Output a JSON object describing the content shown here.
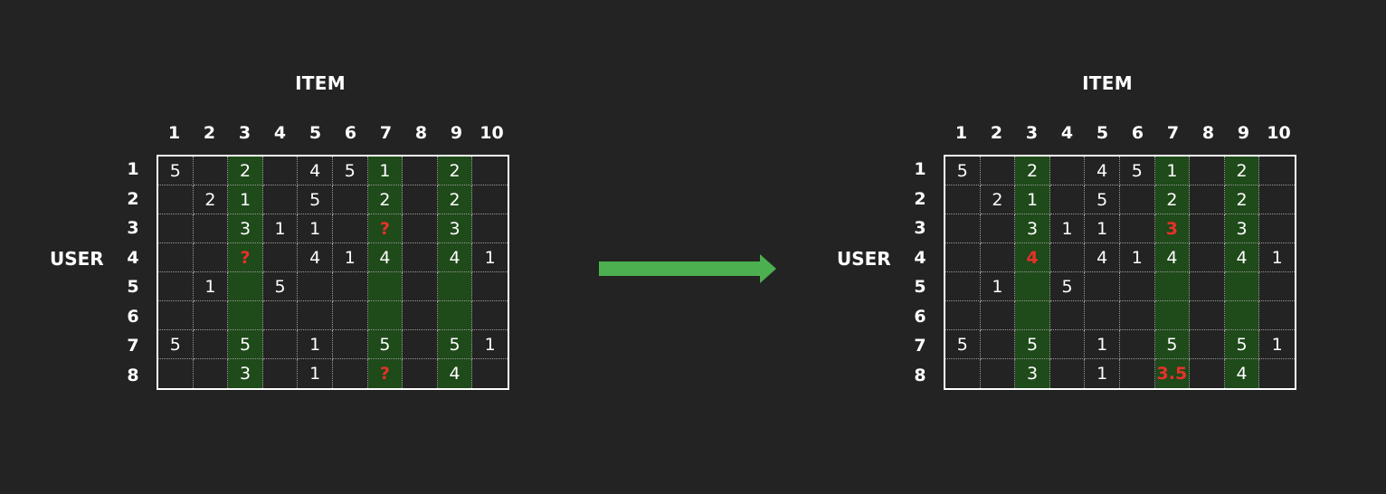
{
  "colors": {
    "background": "#232323",
    "highlight_column": "#1f4a1a",
    "predicted_value": "#e8302a",
    "arrow": "#4caf50",
    "grid_border": "#ffffff"
  },
  "icons": {
    "arrow": "right-arrow-icon"
  },
  "highlighted_columns": [
    3,
    7,
    9
  ],
  "left_matrix": {
    "title": "ITEM",
    "user_label": "USER",
    "column_headers": [
      "1",
      "2",
      "3",
      "4",
      "5",
      "6",
      "7",
      "8",
      "9",
      "10"
    ],
    "row_headers": [
      "1",
      "2",
      "3",
      "4",
      "5",
      "6",
      "7",
      "8"
    ],
    "rows": [
      [
        "5",
        "",
        "2",
        "",
        "4",
        "5",
        "1",
        "",
        "2",
        ""
      ],
      [
        "",
        "2",
        "1",
        "",
        "5",
        "",
        "2",
        "",
        "2",
        ""
      ],
      [
        "",
        "",
        "3",
        "1",
        "1",
        "",
        "?",
        "",
        "3",
        ""
      ],
      [
        "",
        "",
        "?",
        "",
        "4",
        "1",
        "4",
        "",
        "4",
        "1"
      ],
      [
        "",
        "1",
        "",
        "5",
        "",
        "",
        "",
        "",
        "",
        ""
      ],
      [
        "",
        "",
        "",
        "",
        "",
        "",
        "",
        "",
        "",
        ""
      ],
      [
        "5",
        "",
        "5",
        "",
        "1",
        "",
        "5",
        "",
        "5",
        "1"
      ],
      [
        "",
        "",
        "3",
        "",
        "1",
        "",
        "?",
        "",
        "4",
        ""
      ]
    ],
    "predicted_cells": [
      [
        3,
        7
      ],
      [
        4,
        3
      ],
      [
        8,
        7
      ]
    ]
  },
  "right_matrix": {
    "title": "ITEM",
    "user_label": "USER",
    "column_headers": [
      "1",
      "2",
      "3",
      "4",
      "5",
      "6",
      "7",
      "8",
      "9",
      "10"
    ],
    "row_headers": [
      "1",
      "2",
      "3",
      "4",
      "5",
      "6",
      "7",
      "8"
    ],
    "rows": [
      [
        "5",
        "",
        "2",
        "",
        "4",
        "5",
        "1",
        "",
        "2",
        ""
      ],
      [
        "",
        "2",
        "1",
        "",
        "5",
        "",
        "2",
        "",
        "2",
        ""
      ],
      [
        "",
        "",
        "3",
        "1",
        "1",
        "",
        "3",
        "",
        "3",
        ""
      ],
      [
        "",
        "",
        "4",
        "",
        "4",
        "1",
        "4",
        "",
        "4",
        "1"
      ],
      [
        "",
        "1",
        "",
        "5",
        "",
        "",
        "",
        "",
        "",
        ""
      ],
      [
        "",
        "",
        "",
        "",
        "",
        "",
        "",
        "",
        "",
        ""
      ],
      [
        "5",
        "",
        "5",
        "",
        "1",
        "",
        "5",
        "",
        "5",
        "1"
      ],
      [
        "",
        "",
        "3",
        "",
        "1",
        "",
        "3.5",
        "",
        "4",
        ""
      ]
    ],
    "predicted_cells": [
      [
        3,
        7
      ],
      [
        4,
        3
      ],
      [
        8,
        7
      ]
    ]
  }
}
